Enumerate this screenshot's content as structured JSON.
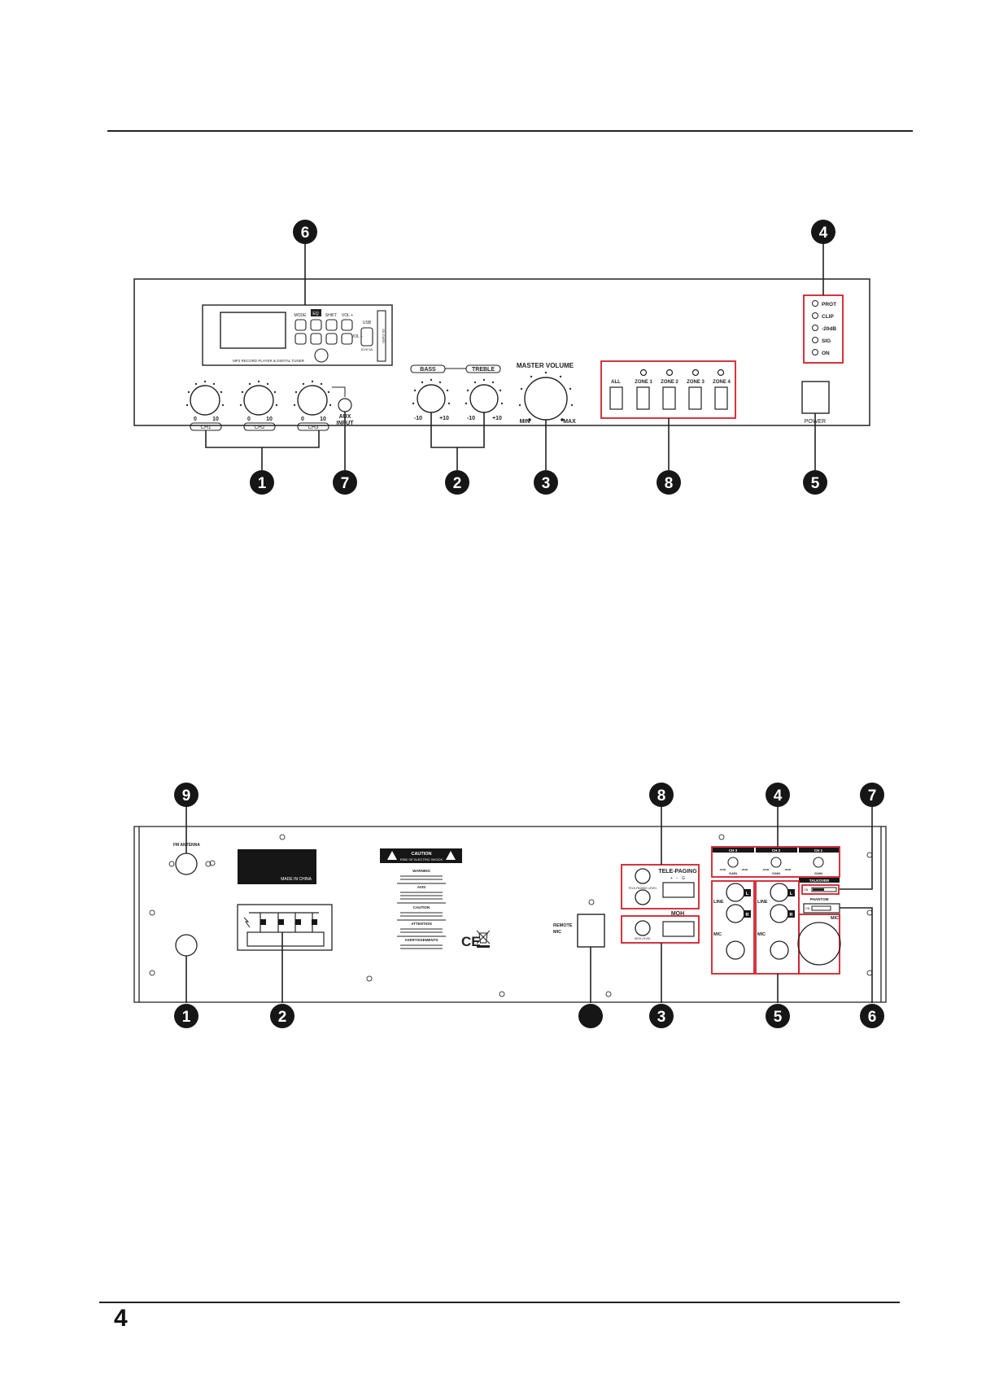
{
  "page_number": "4",
  "front": {
    "callouts": [
      "6",
      "4",
      "1",
      "7",
      "2",
      "3",
      "8",
      "5"
    ],
    "module_caption": "MP3 RECORD PLAYER & DIGITAL TUNER",
    "module_buttons": [
      "MODE",
      "EQ",
      "SHIFT",
      "VOL +",
      "VOL −"
    ],
    "usb_label": "USB",
    "usb_spec": "5V/0.5A",
    "sd_label": "SD CARD",
    "ch_labels": [
      "CH1",
      "CH2",
      "CH3"
    ],
    "scale_min": "0",
    "scale_max": "10",
    "aux_label_1": "AUX",
    "aux_label_2": "INPUT",
    "bass_label": "BASS",
    "treble_label": "TREBLE",
    "tone_min": "-10",
    "tone_max": "+10",
    "master_label": "MASTER VOLUME",
    "master_min": "MIN",
    "master_max": "MAX",
    "zone_labels": [
      "ALL",
      "ZONE 1",
      "ZONE 2",
      "ZONE 3",
      "ZONE 4"
    ],
    "leds": [
      "PROT",
      "CLIP",
      "-20dB",
      "SIG",
      "ON"
    ],
    "power_label": "POWER"
  },
  "rear": {
    "callouts": [
      "9",
      "8",
      "4",
      "7",
      "1",
      "2",
      "3",
      "5",
      "6"
    ],
    "antenna_label": "FM ANTENNA",
    "made_in": "MADE IN CHINA",
    "caution_title": "CAUTION",
    "caution_sub": "RISK OF ELECTRIC SHOCK",
    "warnings": [
      "WARNING",
      "AVIS",
      "CAUTION",
      "ATTENTION",
      "AVERTISSEMENTS"
    ],
    "ce_mark": "CE",
    "remote_label_1": "REMOTE",
    "remote_label_2": "MIC",
    "telepaging_label": "TELE-PAGING",
    "telepaging_level": "TELE-PAGING LEVEL",
    "telepaging_pins": "+   −   G",
    "moh_label": "MOH",
    "moh_level": "MOH LEVEL",
    "ch_labels": [
      "CH 3",
      "CH 2",
      "CH 1"
    ],
    "gain_label": "GAIN",
    "gain_min": "-64dB",
    "gain_max": "-30dB",
    "talkover_label": "TALKOVER",
    "phantom_label": "PHANTOM",
    "on_label": "ON",
    "line_label": "LINE",
    "mic_label": "MIC",
    "l_label": "L",
    "r_label": "R"
  }
}
